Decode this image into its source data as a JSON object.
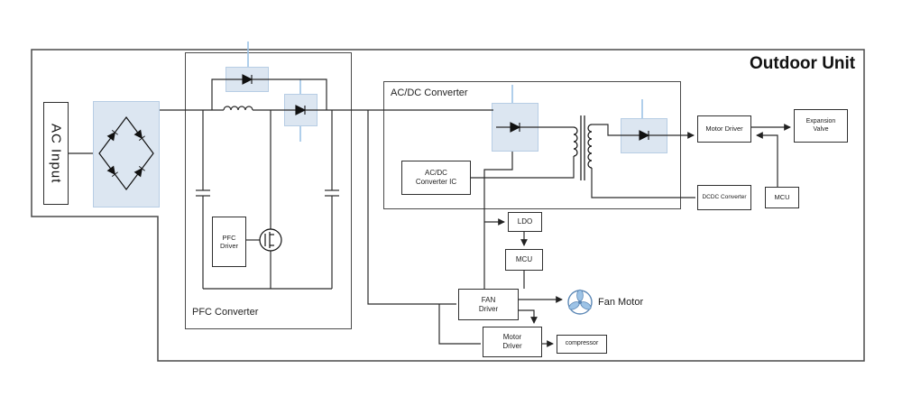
{
  "title": "Outdoor Unit",
  "ac_input": {
    "label": "AC Input"
  },
  "pfc": {
    "label": "PFC Converter",
    "driver": "PFC\nDriver"
  },
  "acdc": {
    "label": "AC/DC Converter",
    "ic": "AC/DC\nConverter IC"
  },
  "right": {
    "motor_driver": "Motor Driver",
    "expansion_valve": "Expansion\nValve",
    "dcdc": "DCDC Converter",
    "mcu": "MCU"
  },
  "bottom": {
    "ldo": "LDO",
    "mcu": "MCU",
    "fan_driver": "FAN\nDriver",
    "fan_motor": "Fan Motor",
    "motor_driver": "Motor\nDriver",
    "compressor": "compressor"
  },
  "colors": {
    "component_fill": "#dce6f1",
    "probe_line": "#9dc3e6",
    "wire": "#2b2b2b"
  }
}
